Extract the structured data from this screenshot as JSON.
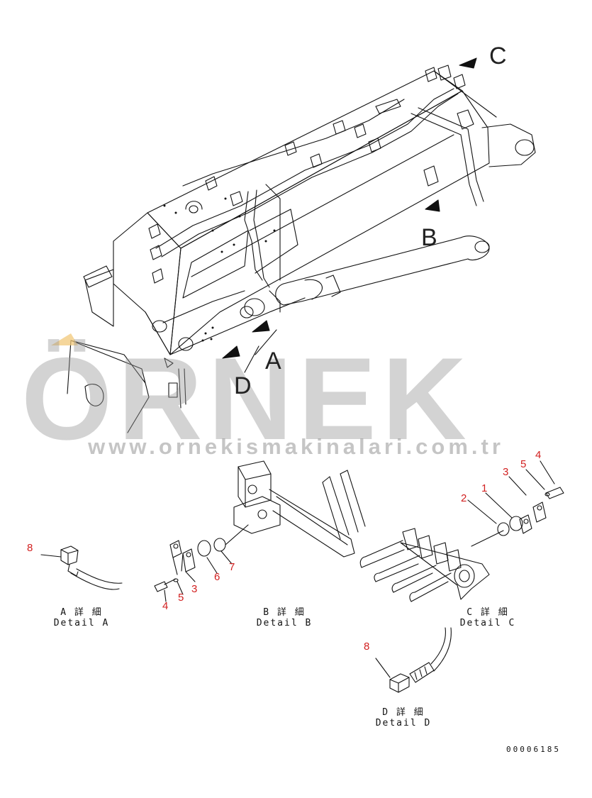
{
  "watermark": {
    "brand": "ÖRNEK",
    "url": "www.ornekismakinalari.com.tr",
    "color": "#9a9a9a",
    "accent": "#f2c879"
  },
  "view_letters": {
    "a": "A",
    "b": "B",
    "c": "C",
    "d": "D"
  },
  "details": {
    "a": {
      "jp": "A 詳 細",
      "en": "Detail A"
    },
    "b": {
      "jp": "B 詳 細",
      "en": "Detail B"
    },
    "c": {
      "jp": "C 詳 細",
      "en": "Detail C"
    },
    "d": {
      "jp": "D 詳 細",
      "en": "Detail D"
    }
  },
  "part_numbers": {
    "a_8": "8",
    "b_4": "4",
    "b_5": "5",
    "b_3": "3",
    "b_6": "6",
    "b_7": "7",
    "c_2": "2",
    "c_1": "1",
    "c_3": "3",
    "c_5": "5",
    "c_4": "4",
    "d_8": "8"
  },
  "drawing_code": "00006185",
  "label_color": "#d22020"
}
